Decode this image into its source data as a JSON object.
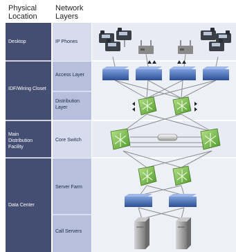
{
  "header": {
    "physical_location": [
      "Physical",
      "Location"
    ],
    "network_layers": [
      "Network",
      "Layers"
    ]
  },
  "physical_locations": {
    "desktop": "Desktop",
    "idf": "IDF/Wiring Closet",
    "mdf": [
      "Main",
      "Distribution",
      "Facility"
    ],
    "data_center": "Data Center"
  },
  "network_layers": {
    "ip_phones": "IP Phones",
    "access_layer": "Access Layer",
    "distribution_layer": [
      "Distribution",
      "Layer"
    ],
    "core_switch": "Core Switch",
    "server_farm": "Server Farm",
    "call_servers": "Call Servers"
  },
  "colors": {
    "physical_column": "#444e72",
    "layer_column": "#c9d0e6",
    "layer_column_dark": "#a7b2d4",
    "switch_blue": "#3f66b0",
    "distribution_green": "#7fbf4a",
    "link_gray": "#8a8a8a"
  }
}
